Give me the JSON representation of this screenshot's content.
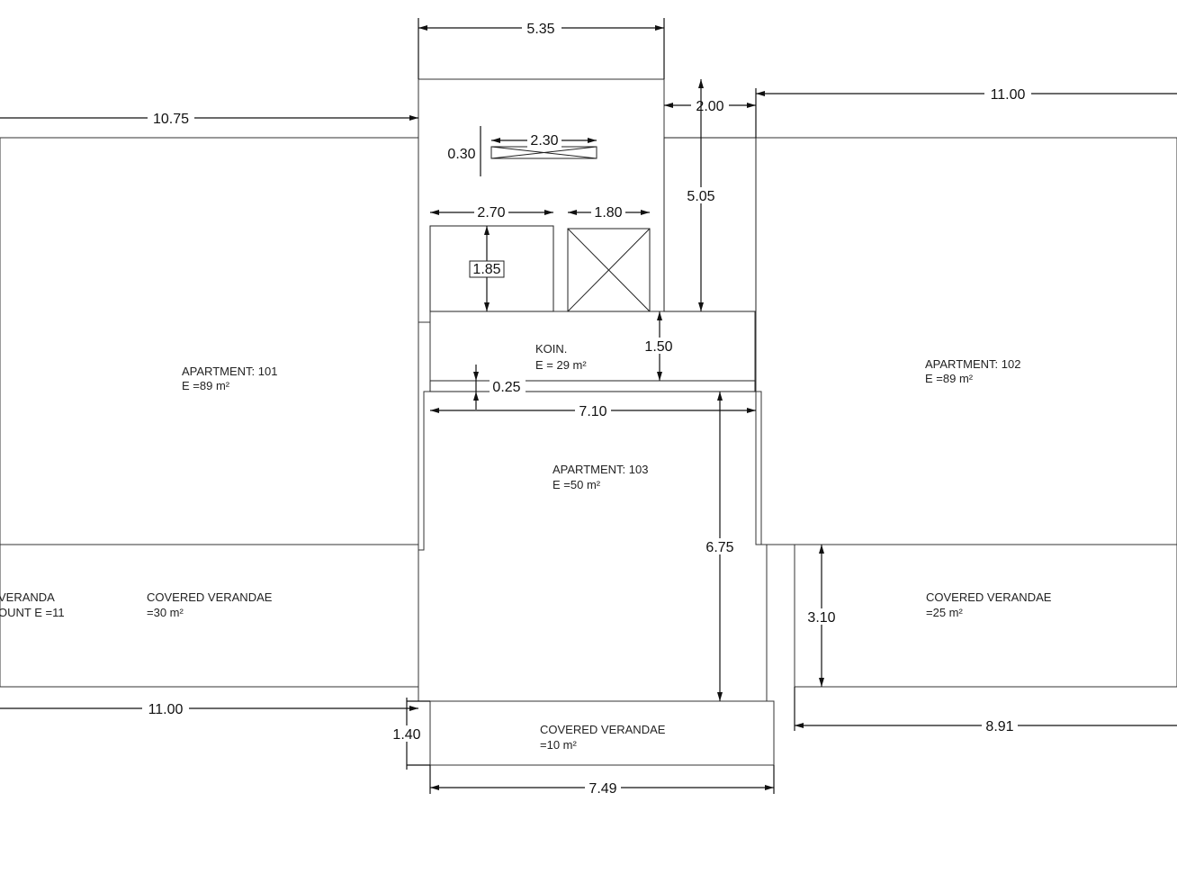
{
  "rooms": {
    "apt101": {
      "name": "APARTMENT: 101",
      "area": "E =89 m²"
    },
    "apt102": {
      "name": "APARTMENT: 102",
      "area": "E =89 m²"
    },
    "apt103": {
      "name": "APARTMENT: 103",
      "area": "E =50 m²"
    },
    "koin": {
      "name": "KOIN.",
      "area": "E = 29 m²"
    },
    "veranda_left_partial": {
      "name": "VERANDA",
      "area": "OUNT E =11"
    },
    "veranda_left": {
      "name": "COVERED VERANDAE",
      "area": "=30 m²"
    },
    "veranda_right": {
      "name": "COVERED VERANDAE",
      "area": "=25 m²"
    },
    "veranda_bottom": {
      "name": "COVERED VERANDAE",
      "area": "=10 m²"
    }
  },
  "dimensions": {
    "top_width": "5.35",
    "left_top": "10.75",
    "right_top": "11.00",
    "core_offset": "2.00",
    "core_height": "5.05",
    "small_w": "2.30",
    "small_h": "0.30",
    "stair_w": "2.70",
    "lift_w": "1.80",
    "stair_h": "1.85",
    "koin_h": "1.50",
    "gap_h": "0.25",
    "apt103_w": "7.10",
    "apt103_h": "6.75",
    "right_veranda_h": "3.10",
    "left_bottom": "11.00",
    "bottom_veranda_h": "1.40",
    "bottom_veranda_w": "7.49",
    "right_bottom": "8.91"
  }
}
